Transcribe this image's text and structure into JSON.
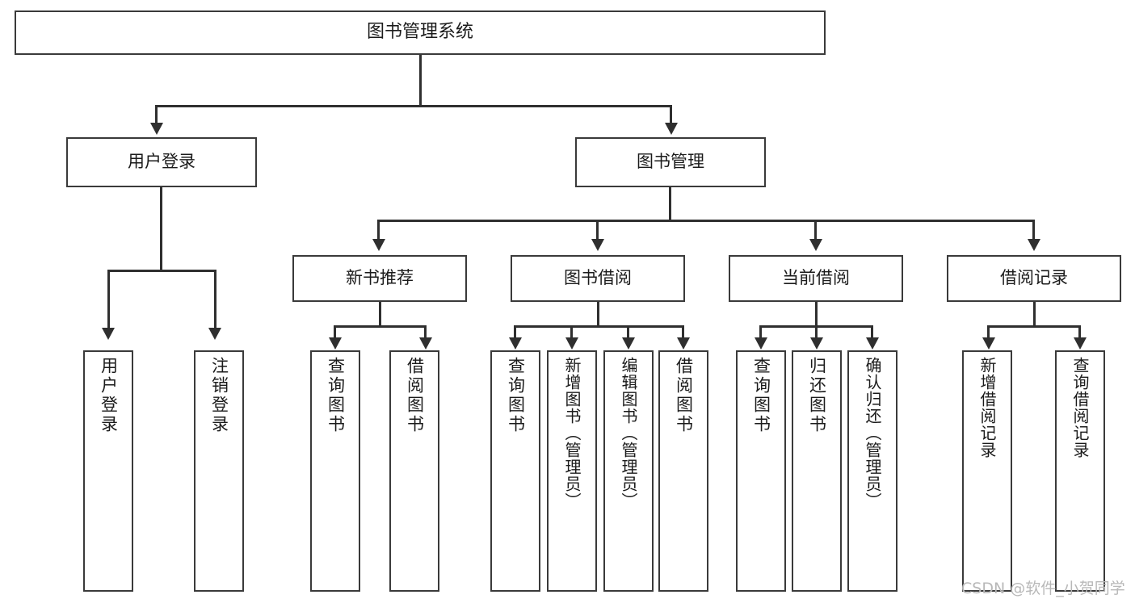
{
  "diagram": {
    "kind": "tree-hierarchy-diagram",
    "root": {
      "label": "图书管理系统"
    },
    "level2": [
      {
        "label": "用户登录"
      },
      {
        "label": "图书管理"
      }
    ],
    "level3": [
      {
        "label": "新书推荐"
      },
      {
        "label": "图书借阅"
      },
      {
        "label": "当前借阅"
      },
      {
        "label": "借阅记录"
      }
    ],
    "leaves": {
      "user_login": [
        {
          "label": "用户登录"
        },
        {
          "label": "注销登录"
        }
      ],
      "new_book_recommend": [
        {
          "label": "查询图书"
        },
        {
          "label": "借阅图书"
        }
      ],
      "book_borrow": [
        {
          "label": "查询图书"
        },
        {
          "label": "新增图书（管理员）"
        },
        {
          "label": "编辑图书（管理员）"
        },
        {
          "label": "借阅图书"
        }
      ],
      "current_borrow": [
        {
          "label": "查询图书"
        },
        {
          "label": "归还图书"
        },
        {
          "label": "确认归还（管理员）"
        }
      ],
      "borrow_record": [
        {
          "label": "新增借阅记录"
        },
        {
          "label": "查询借阅记录"
        }
      ]
    }
  },
  "watermark": {
    "text": "CSDN @软件_小贺同学"
  },
  "colors": {
    "box_border": "#3a3a3a",
    "connector": "#2f2f2f",
    "text": "#1b1b1b",
    "background": "#ffffff",
    "watermark": "#b8b8b8"
  }
}
